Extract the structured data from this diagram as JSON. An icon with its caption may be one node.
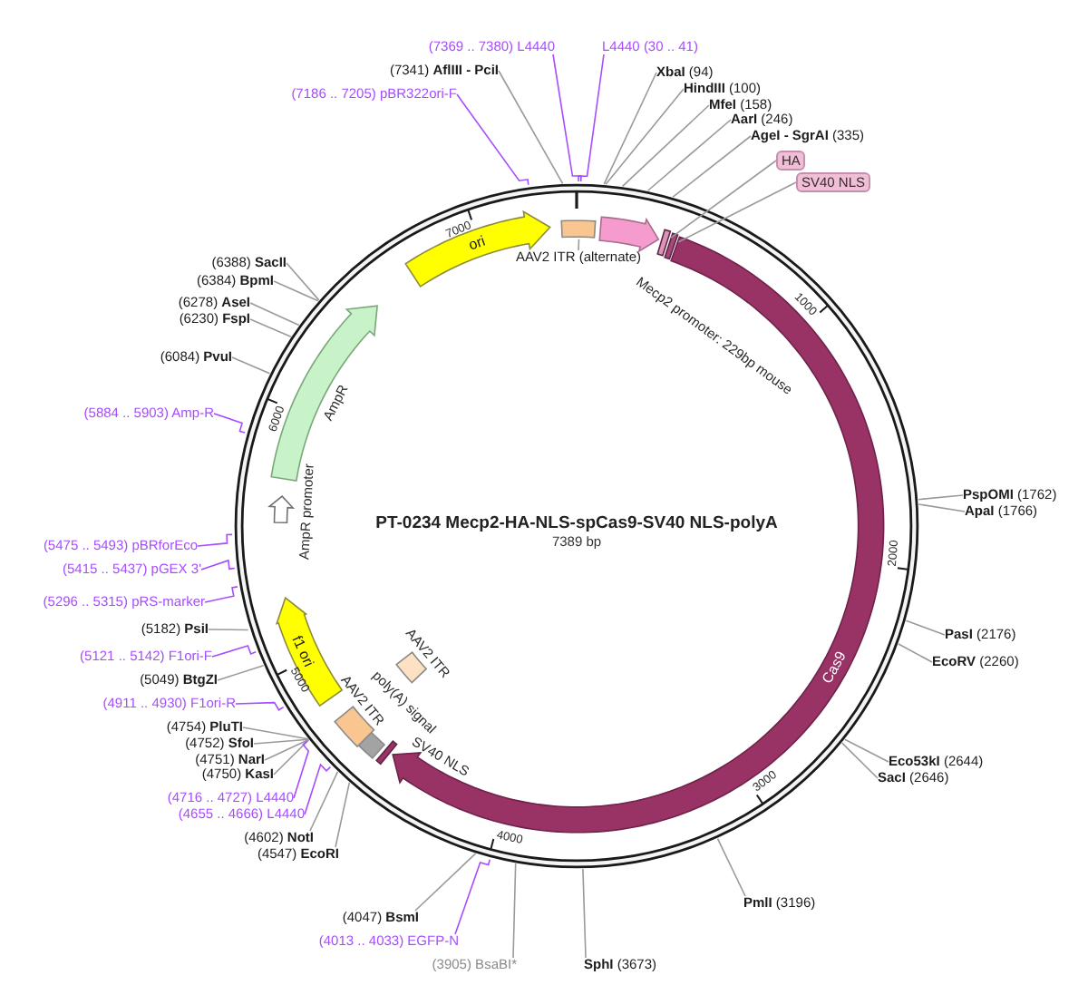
{
  "diagram": {
    "title": "PT-0234 Mecp2-HA-NLS-spCas9-SV40 NLS-polyA",
    "nodes": [
      {
        "text": [
          "(7369 .. 7380) L4440"
        ]
      },
      {
        "text": [
          "L4440 (30 .. 41)"
        ]
      },
      {
        "text": [
          "(7341) **AflIII - PciI**"
        ]
      },
      {
        "text": [
          "**XbaI** (94)"
        ]
      },
      {
        "text": [
          "**HindIII** (100)"
        ]
      },
      {
        "text": [
          "(7186 .. 7205) pBR322ori-F"
        ]
      },
      {
        "text": [
          "**MfeI** (158)"
        ]
      },
      {
        "text": [
          "**AarI** (246)"
        ]
      },
      {
        "text": [
          "**AgeI - SgrAI** (335)"
        ]
      },
      {
        "text": [
          "HA"
        ]
      },
      {
        "text": [
          "SV40 NLS"
        ]
      },
      {
        "text": [
          "(6388) **SacII**"
        ]
      },
      {
        "text": [
          "(6384) **BpmI**"
        ]
      },
      {
        "text": [
          "(6278) **AseI**"
        ]
      },
      {
        "text": [
          "(6230) **FspI**"
        ]
      },
      {
        "text": [
          "(6084) **PvuI**"
        ]
      },
      {
        "text": [
          "(5884 .. 5903) Amp-R"
        ]
      },
      {
        "text": [
          "(5475 .. 5493) pBRforEco"
        ]
      },
      {
        "text": [
          "(5415 .. 5437) pGEX 3'"
        ]
      },
      {
        "text": [
          "(5296 .. 5315) pRS-marker"
        ]
      },
      {
        "text": [
          "(5182) **PsiI**"
        ]
      },
      {
        "text": [
          "(5121 .. 5142) F1ori-F"
        ]
      },
      {
        "text": [
          "(5049) **BtgZI**"
        ]
      },
      {
        "text": [
          "(4911 .. 4930) F1ori-R"
        ]
      },
      {
        "text": [
          "(4754) **PluTI**"
        ]
      },
      {
        "text": [
          "(4752) **SfoI**"
        ]
      },
      {
        "text": [
          "(4751) **NarI**"
        ]
      },
      {
        "text": [
          "(4750) **KasI**"
        ]
      },
      {
        "text": [
          "(4716 .. 4727) L4440"
        ]
      },
      {
        "text": [
          "(4655 .. 4666) L4440"
        ]
      },
      {
        "text": [
          "(4602) **NotI**"
        ]
      },
      {
        "text": [
          "(4547) **EcoRI**"
        ]
      },
      {
        "text": [
          "(4047) **BsmI**"
        ]
      },
      {
        "text": [
          "(4013 .. 4033) EGFP-N"
        ]
      },
      {
        "text": [
          "(3905) BsaBI*"
        ]
      },
      {
        "text": [
          "**PspOMI** (1762)"
        ]
      },
      {
        "text": [
          "**ApaI** (1766)"
        ]
      },
      {
        "text": [
          "**PasI** (2176)"
        ]
      },
      {
        "text": [
          "**EcoRV** (2260)"
        ]
      },
      {
        "text": [
          "**Eco53kI** (2644)"
        ]
      },
      {
        "text": [
          "**SacI** (2646)"
        ]
      },
      {
        "text": [
          "**PmlI** (3196)"
        ]
      },
      {
        "text": [
          "**SphI** (3673)"
        ]
      },
      {
        "text": [
          "ori"
        ]
      },
      {
        "text": [],
        "shape": "box"
      },
      {
        "text": [
          "AAV2 ITR (alternate)"
        ]
      },
      {
        "text": [],
        "shape": "arrow"
      },
      {
        "text": [],
        "shape": "bar"
      },
      {
        "text": [],
        "shape": "bar"
      },
      {
        "text": [
          "Cas9"
        ]
      },
      {
        "text": [],
        "shape": "bar"
      },
      {
        "text": [],
        "shape": "box",
        "beside": [
          "poly(A) signal"
        ]
      },
      {
        "text": [],
        "shape": "box",
        "beside": [
          "AAV2 ITR"
        ]
      },
      {
        "text": [],
        "shape": "box",
        "beside": [
          "AAV2 ITR"
        ]
      },
      {
        "text": [
          "f1 ori"
        ]
      },
      {
        "text": [],
        "shape": "arrow",
        "beside": [
          "AmpR promoter"
        ]
      },
      {
        "text": [],
        "shape": "arrow",
        "beside": [
          "AmpR"
        ]
      }
    ],
    "edges": [
      {
        "from": 0,
        "to": null,
        "arrow": "none",
        "color": "#a64dff"
      },
      {
        "from": 1,
        "to": null,
        "arrow": "none",
        "color": "#a64dff"
      },
      {
        "from": 2,
        "to": null,
        "arrow": "none"
      },
      {
        "from": 3,
        "to": null,
        "arrow": "none"
      },
      {
        "from": 4,
        "to": null,
        "arrow": "none"
      },
      {
        "from": 5,
        "to": null,
        "arrow": "none",
        "color": "#a64dff"
      },
      {
        "from": 6,
        "to": null,
        "arrow": "none"
      },
      {
        "from": 7,
        "to": null,
        "arrow": "none"
      },
      {
        "from": 8,
        "to": null,
        "arrow": "none"
      },
      {
        "from": 9,
        "to": 47,
        "arrow": "none"
      },
      {
        "from": 10,
        "to": 48,
        "arrow": "none"
      },
      {
        "from": 11,
        "to": null,
        "arrow": "none"
      },
      {
        "from": 12,
        "to": null,
        "arrow": "none"
      },
      {
        "from": 13,
        "to": null,
        "arrow": "none"
      },
      {
        "from": 14,
        "to": null,
        "arrow": "none"
      },
      {
        "from": 15,
        "to": null,
        "arrow": "none"
      },
      {
        "from": 16,
        "to": null,
        "arrow": "none",
        "color": "#a64dff"
      },
      {
        "from": 17,
        "to": null,
        "arrow": "none",
        "color": "#a64dff"
      },
      {
        "from": 18,
        "to": null,
        "arrow": "none",
        "color": "#a64dff"
      },
      {
        "from": 19,
        "to": null,
        "arrow": "none",
        "color": "#a64dff"
      },
      {
        "from": 20,
        "to": null,
        "arrow": "none"
      },
      {
        "from": 21,
        "to": null,
        "arrow": "none",
        "color": "#a64dff"
      },
      {
        "from": 22,
        "to": null,
        "arrow": "none"
      },
      {
        "from": 23,
        "to": null,
        "arrow": "none",
        "color": "#a64dff"
      },
      {
        "from": 24,
        "to": null,
        "arrow": "none"
      },
      {
        "from": 25,
        "to": null,
        "arrow": "none"
      },
      {
        "from": 26,
        "to": null,
        "arrow": "none"
      },
      {
        "from": 27,
        "to": null,
        "arrow": "none"
      },
      {
        "from": 28,
        "to": null,
        "arrow": "none",
        "color": "#a64dff"
      },
      {
        "from": 29,
        "to": null,
        "arrow": "none",
        "color": "#a64dff"
      },
      {
        "from": 30,
        "to": null,
        "arrow": "none"
      },
      {
        "from": 31,
        "to": null,
        "arrow": "none"
      },
      {
        "from": 32,
        "to": null,
        "arrow": "none"
      },
      {
        "from": 33,
        "to": null,
        "arrow": "none",
        "color": "#a64dff"
      },
      {
        "from": 34,
        "to": null,
        "arrow": "none"
      },
      {
        "from": 35,
        "to": null,
        "arrow": "none"
      },
      {
        "from": 36,
        "to": null,
        "arrow": "none"
      },
      {
        "from": 37,
        "to": null,
        "arrow": "none"
      },
      {
        "from": 38,
        "to": null,
        "arrow": "none"
      },
      {
        "from": 39,
        "to": null,
        "arrow": "none"
      },
      {
        "from": 40,
        "to": null,
        "arrow": "none"
      },
      {
        "from": 41,
        "to": null,
        "arrow": "none"
      },
      {
        "from": 42,
        "to": null,
        "arrow": "none"
      },
      {
        "from": 45,
        "to": 44,
        "arrow": "none"
      }
    ],
    "labels": [
      "1000",
      "2000",
      "3000",
      "4000",
      "5000",
      "6000",
      "7000",
      "7389 bp",
      "Mecp2 promoter: 229bp mouse",
      "SV40 NLS"
    ]
  }
}
